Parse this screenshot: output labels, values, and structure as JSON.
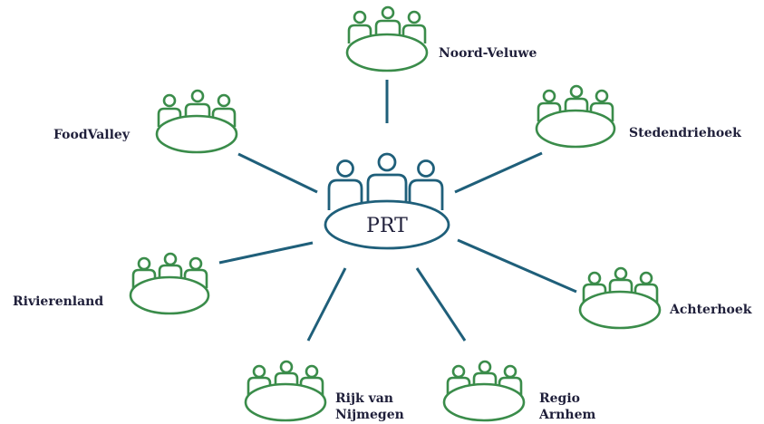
{
  "center": {
    "label": "PRT"
  },
  "regions": {
    "noord_veluwe": "Noord-Veluwe",
    "foodvalley": "FoodValley",
    "stedendriehoek": "Stedendriehoek",
    "rivierenland": "Rivierenland",
    "achterhoek": "Achterhoek",
    "rijk_van_nijmegen": [
      "Rijk van",
      "Nijmegen"
    ],
    "regio_arnhem": [
      "Regio",
      "Arnhem"
    ]
  },
  "colors": {
    "connector": "#1f5f7a",
    "region_icon": "#3a8c4a",
    "center_icon": "#1f5f7a",
    "label_text": "#1f1f3a"
  },
  "icons": {
    "region": "meeting-table-icon",
    "center": "meeting-table-icon"
  }
}
